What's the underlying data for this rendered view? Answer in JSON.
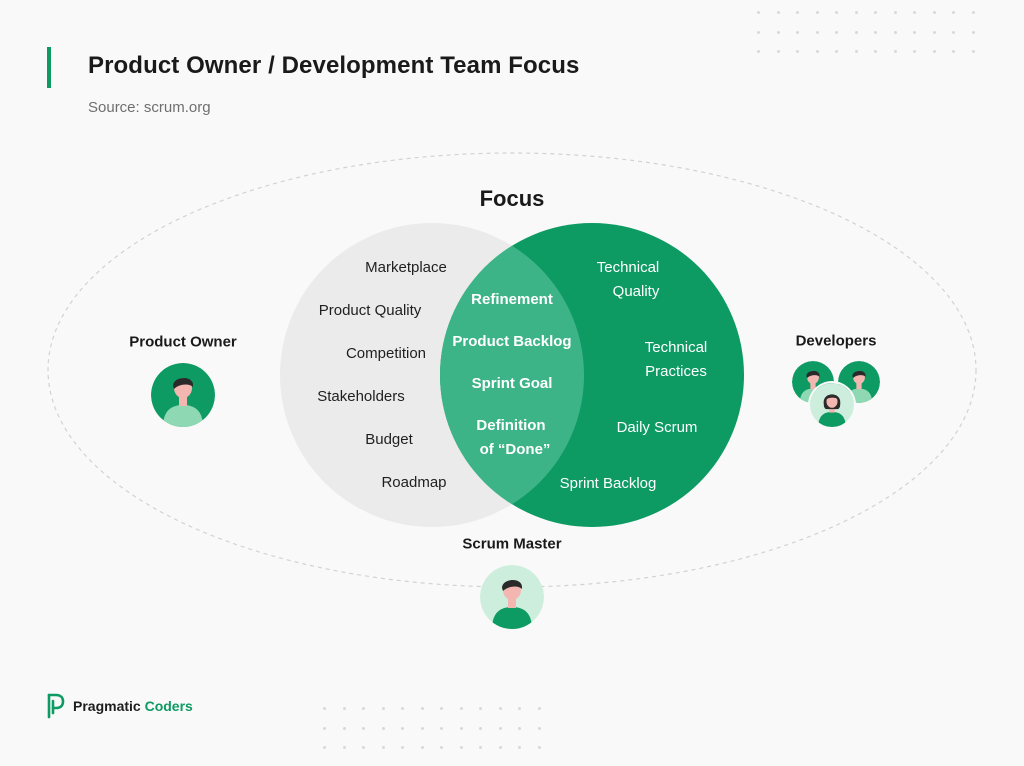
{
  "header": {
    "title": "Product Owner / Development Team Focus",
    "source": "Source: scrum.org"
  },
  "diagram": {
    "focus_label": "Focus",
    "product_owner_items": [
      "Marketplace",
      "Product Quality",
      "Competition",
      "Stakeholders",
      "Budget",
      "Roadmap"
    ],
    "shared_items": [
      "Refinement",
      "Product Backlog",
      "Sprint Goal",
      "Definition",
      "of “Done”"
    ],
    "developer_items": [
      "Technical",
      "Quality",
      "Technical",
      "Practices",
      "Daily Scrum",
      "Sprint Backlog"
    ]
  },
  "roles": {
    "product_owner": "Product Owner",
    "developers": "Developers",
    "scrum_master": "Scrum Master"
  },
  "brand": {
    "name_part1": "Pragmatic",
    "name_part2": "Coders"
  },
  "colors": {
    "accent": "#0d9a63",
    "left_circle": "#ebebeb",
    "overlap": "#3db487",
    "avatar_light": "#cdeedd"
  }
}
